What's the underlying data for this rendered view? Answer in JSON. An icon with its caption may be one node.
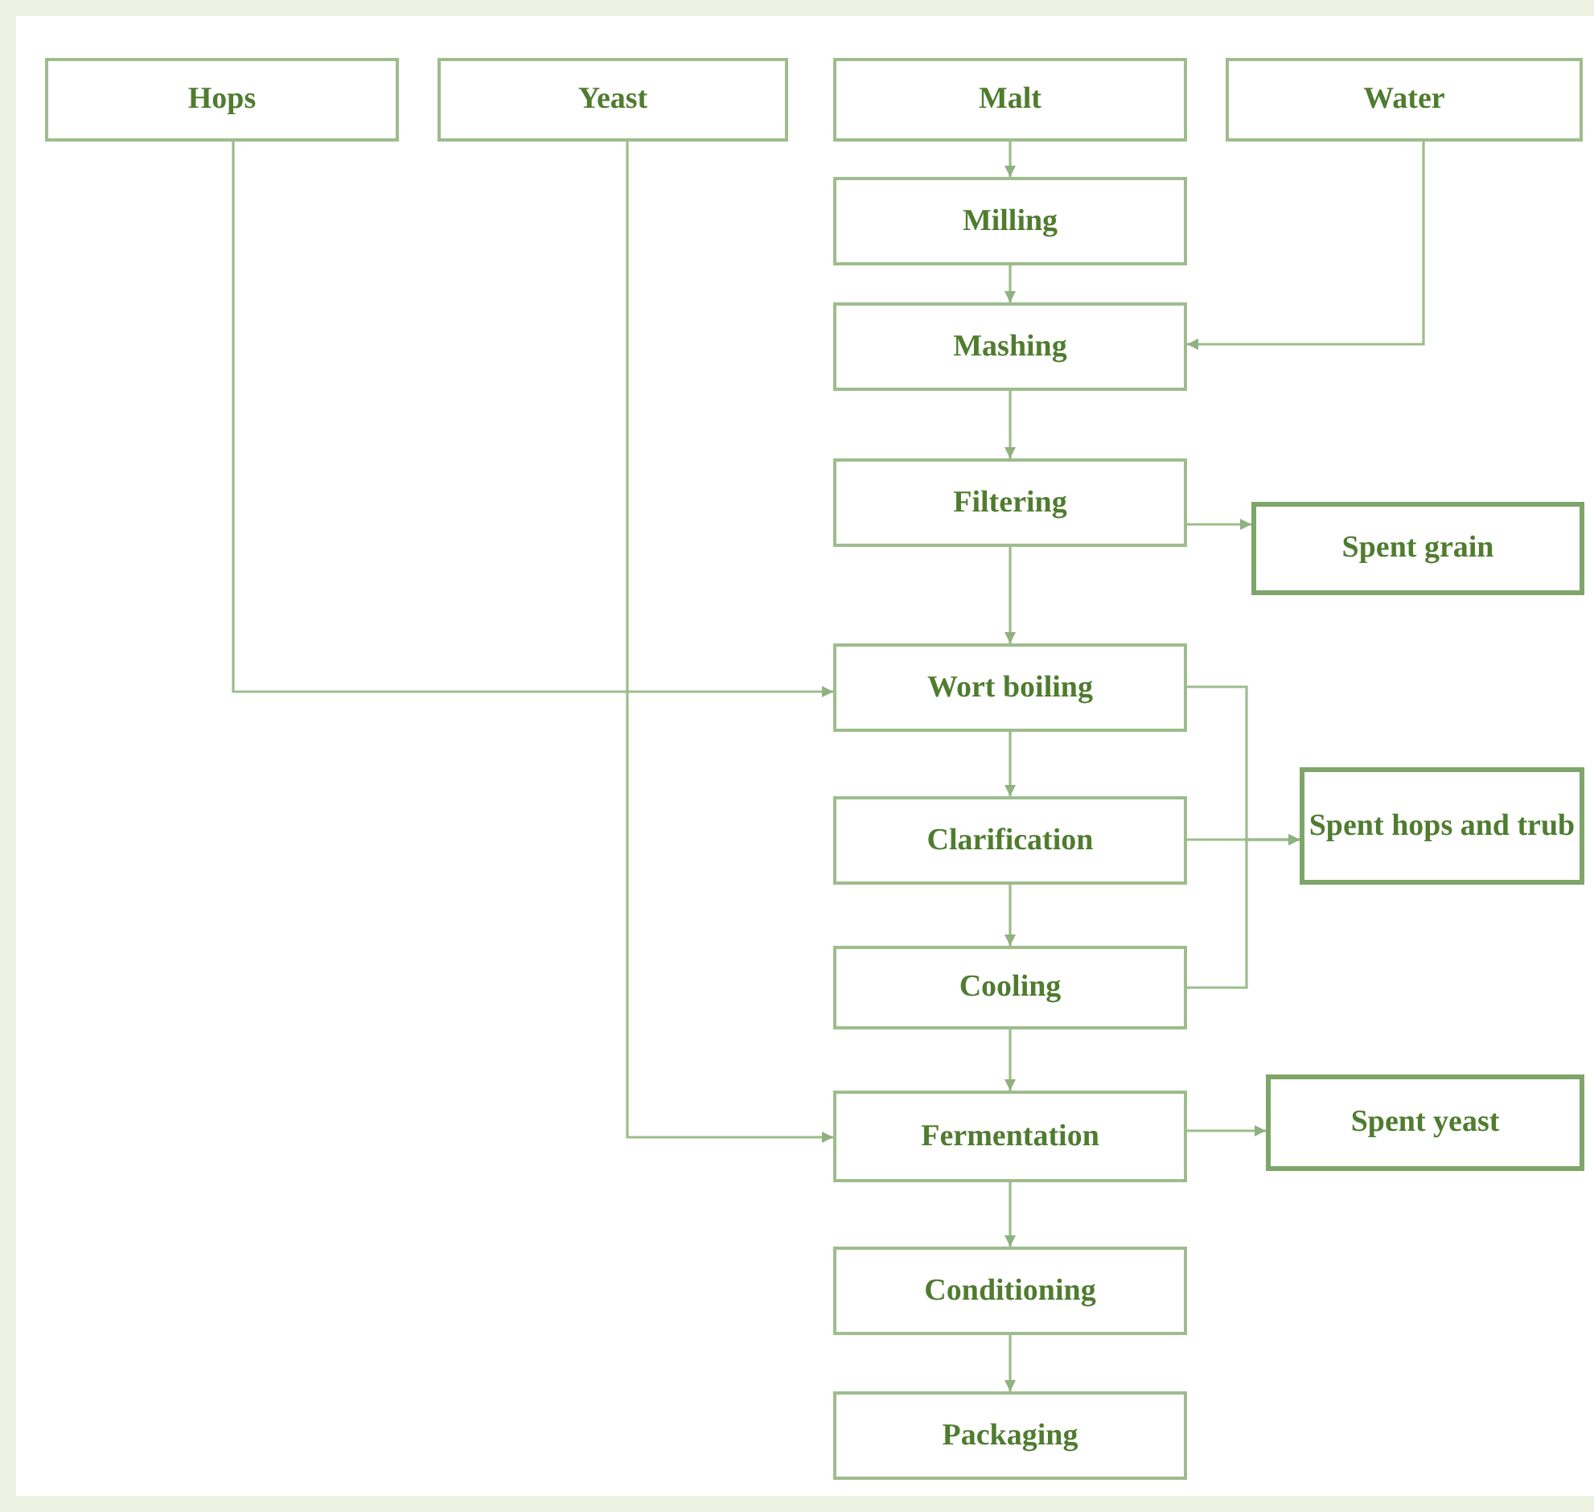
{
  "diagram": {
    "nodes": [
      {
        "text": [
          "Hops"
        ]
      },
      {
        "text": [
          "Yeast"
        ]
      },
      {
        "text": [
          "Malt"
        ]
      },
      {
        "text": [
          "Water"
        ]
      },
      {
        "text": [
          "Milling"
        ]
      },
      {
        "text": [
          "Mashing"
        ]
      },
      {
        "text": [
          "Filtering"
        ]
      },
      {
        "text": [
          "Spent grain"
        ]
      },
      {
        "text": [
          "Wort boiling"
        ]
      },
      {
        "text": [
          "Clarification"
        ]
      },
      {
        "text": [
          "Spent hops and trub"
        ]
      },
      {
        "text": [
          "Cooling"
        ]
      },
      {
        "text": [
          "Fermentation"
        ]
      },
      {
        "text": [
          "Spent yeast"
        ]
      },
      {
        "text": [
          "Conditioning"
        ]
      },
      {
        "text": [
          "Packaging"
        ]
      }
    ],
    "edges": [
      {
        "from": 2,
        "to": 4,
        "arrow": "to"
      },
      {
        "from": 4,
        "to": 5,
        "arrow": "to"
      },
      {
        "from": 3,
        "to": 5,
        "arrow": "to"
      },
      {
        "from": 5,
        "to": 6,
        "arrow": "to"
      },
      {
        "from": 6,
        "to": 7,
        "arrow": "to"
      },
      {
        "from": 6,
        "to": 8,
        "arrow": "to"
      },
      {
        "from": 0,
        "to": 8,
        "arrow": "to"
      },
      {
        "from": 8,
        "to": 9,
        "arrow": "to"
      },
      {
        "from": 9,
        "to": 11,
        "arrow": "to"
      },
      {
        "from": 8,
        "to": 10,
        "arrow": "to"
      },
      {
        "from": 9,
        "to": 10,
        "arrow": "to"
      },
      {
        "from": 11,
        "to": 10,
        "arrow": "to"
      },
      {
        "from": 11,
        "to": 12,
        "arrow": "to"
      },
      {
        "from": 1,
        "to": 12,
        "arrow": "to"
      },
      {
        "from": 12,
        "to": 13,
        "arrow": "to"
      },
      {
        "from": 12,
        "to": 14,
        "arrow": "to"
      },
      {
        "from": 14,
        "to": 15,
        "arrow": "to"
      }
    ]
  }
}
